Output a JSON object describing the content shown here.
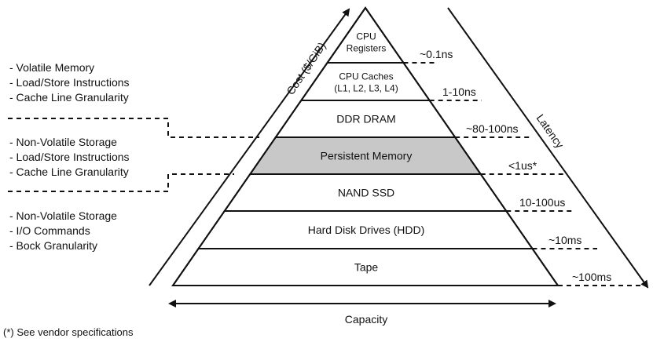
{
  "diagram": {
    "tiers": [
      {
        "lines": [
          "CPU",
          "Registers"
        ],
        "highlight": false
      },
      {
        "lines": [
          "CPU Caches",
          "(L1, L2, L3, L4)"
        ],
        "highlight": false
      },
      {
        "lines": [
          "DDR DRAM"
        ],
        "highlight": false
      },
      {
        "lines": [
          "Persistent Memory"
        ],
        "highlight": true
      },
      {
        "lines": [
          "NAND SSD"
        ],
        "highlight": false
      },
      {
        "lines": [
          "Hard Disk Drives (HDD)"
        ],
        "highlight": false
      },
      {
        "lines": [
          "Tape"
        ],
        "highlight": false
      }
    ],
    "latencies": [
      "~0.1ns",
      "1-10ns",
      "~80-100ns",
      "<1us*",
      "10-100us",
      "~10ms",
      "~100ms"
    ],
    "left_groups": [
      [
        "- Volatile Memory",
        "- Load/Store Instructions",
        "- Cache Line Granularity"
      ],
      [
        "- Non-Volatile Storage",
        "- Load/Store Instructions",
        "- Cache Line Granularity"
      ],
      [
        "- Non-Volatile Storage",
        "- I/O Commands",
        "- Bock Granularity"
      ]
    ],
    "cost_label": "Cost ($/GiB)",
    "latency_label": "Latency",
    "capacity_label": "Capacity",
    "footnote": "(*) See vendor specifications",
    "colors": {
      "highlight": "#c8c8c8",
      "line": "#111111",
      "fill": "#ffffff"
    }
  }
}
